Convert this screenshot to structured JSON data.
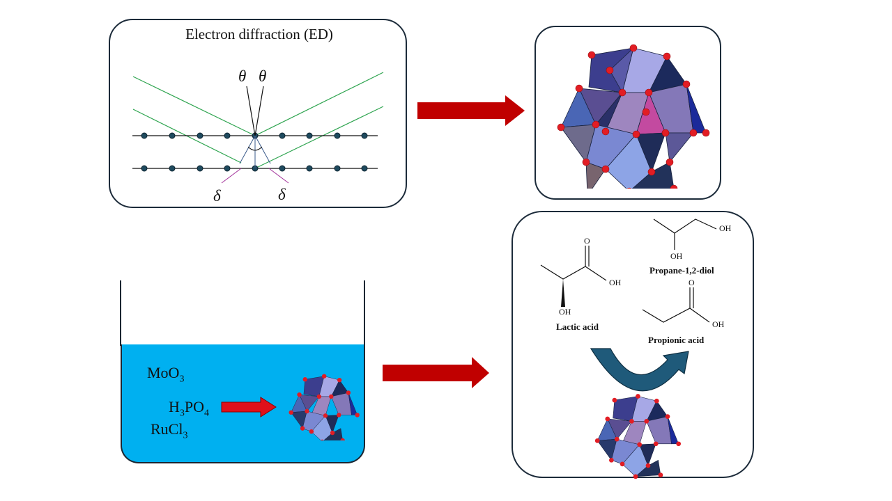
{
  "ed_panel": {
    "title": "Electron diffraction (ED)",
    "theta_symbol": "θ",
    "delta_symbol": "δ"
  },
  "reagents": {
    "moo3": [
      "MoO",
      "3"
    ],
    "h3po4": [
      "H",
      "3",
      "PO",
      "4"
    ],
    "rucl3": [
      "RuCl",
      "3"
    ]
  },
  "products": {
    "lactic_acid": "Lactic acid",
    "propane_diol": "Propane-1,2-diol",
    "propionic_acid": "Propionic acid",
    "oh": "OH",
    "o": "O"
  },
  "colors": {
    "arrow": "#c00000",
    "liquid": "#00b0f0",
    "curved_arrow": "#1f5a7a",
    "atom": "#e21d24",
    "green_beam": "#2ea44f",
    "delta_line": "#a3329a"
  },
  "icons": [
    "red-arrow-icon",
    "polyoxometalate-cluster-icon",
    "curved-arrow-icon",
    "beaker-icon"
  ]
}
